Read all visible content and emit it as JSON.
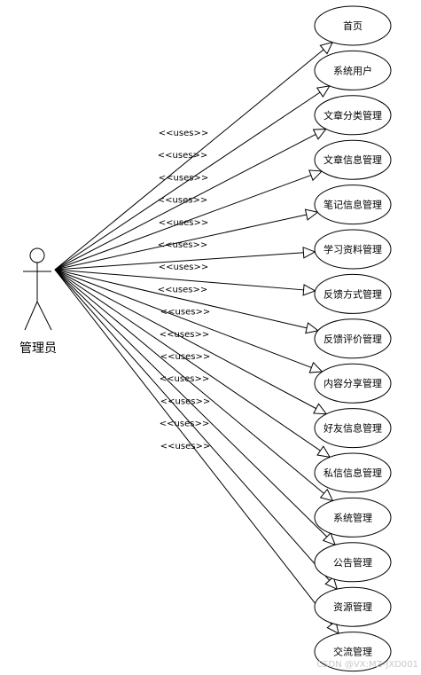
{
  "actor": {
    "name": "管理员"
  },
  "relation_label": "<<uses>>",
  "use_cases": [
    "首页",
    "系统用户",
    "文章分类管理",
    "文章信息管理",
    "笔记信息管理",
    "学习资料管理",
    "反馈方式管理",
    "反馈评价管理",
    "内容分享管理",
    "好友信息管理",
    "私信信息管理",
    "系统管理",
    "公告管理",
    "资源管理",
    "交流管理"
  ],
  "watermark": "CSDN @VX:MZ-JXD001"
}
